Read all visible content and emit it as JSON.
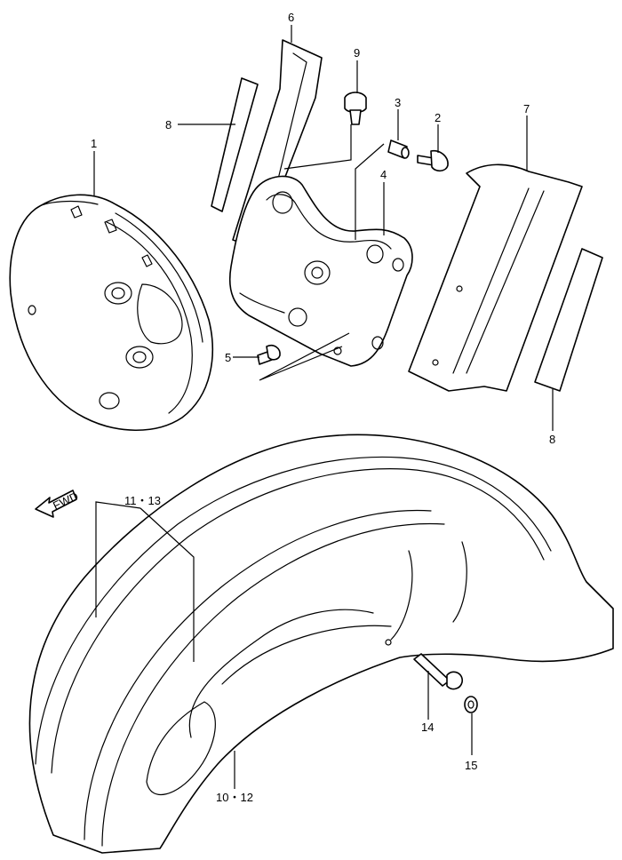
{
  "callouts": {
    "c1": "1",
    "c2": "2",
    "c3": "3",
    "c4": "4",
    "c5": "5",
    "c6": "6",
    "c7": "7",
    "c8a": "8",
    "c8b": "8",
    "c9": "9",
    "c10_12": "10・12",
    "c11_13": "11・13",
    "c14": "14",
    "c15": "15"
  },
  "fwd_label": "FWD"
}
